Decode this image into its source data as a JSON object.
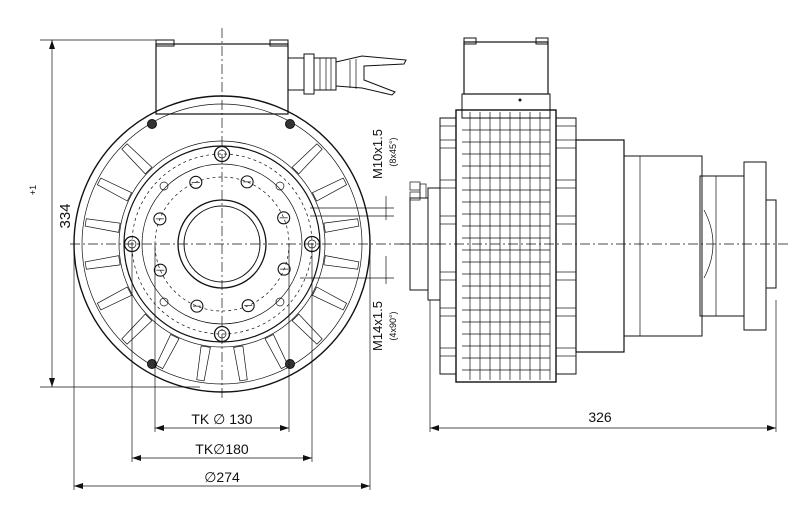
{
  "dimensions": {
    "height": "334",
    "height_tol": "+1",
    "tk130": "TK ∅ 130",
    "tk180": "TK∅180",
    "dia274": "∅274",
    "length": "326",
    "thread_m10": "M10x1.5",
    "thread_m10_note": "(8x45°)",
    "thread_m14": "M14x1.5",
    "thread_m14_note": "(4x90°)"
  }
}
